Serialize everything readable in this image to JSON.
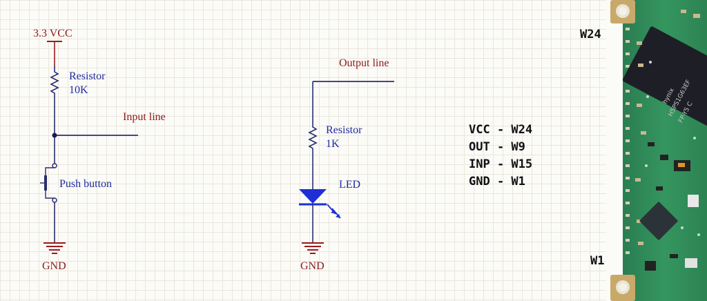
{
  "circuit_left": {
    "supply_label": "3.3 VCC",
    "resistor_label": "Resistor",
    "resistor_value": "10K",
    "net_label": "Input line",
    "button_label": "Push button",
    "ground_label": "GND"
  },
  "circuit_right": {
    "net_label": "Output line",
    "resistor_label": "Resistor",
    "resistor_value": "1K",
    "led_label": "LED",
    "ground_label": "GND"
  },
  "pin_map": [
    {
      "text": "VCC - W24"
    },
    {
      "text": "OUT - W9"
    },
    {
      "text": "INP - W15"
    },
    {
      "text": "GND - W1"
    }
  ],
  "board": {
    "pin_top": "W24",
    "pin_bottom": "W1",
    "chip_marking_1": "hynix",
    "chip_marking_2": "H5PS1G63EF",
    "chip_marking_3": "FP-Y5 C"
  },
  "colors": {
    "wire": "#2a2e6e",
    "supply": "#9a1b1b",
    "label_red": "#8b1a1a",
    "label_blue": "#1f2b9c",
    "led": "#1e2fd6",
    "pcb": "#2e8a57"
  }
}
